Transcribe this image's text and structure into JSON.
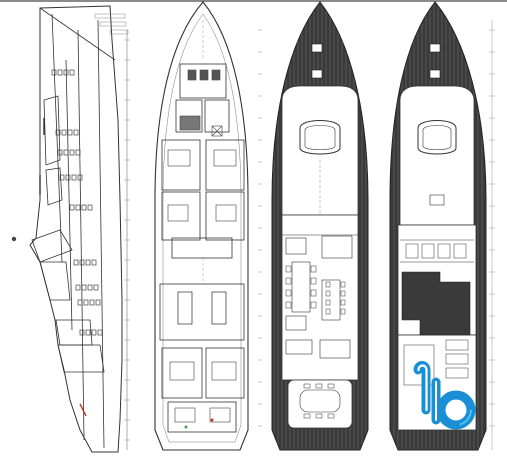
{
  "drawing": {
    "views": [
      {
        "id": "side",
        "kind": "profile"
      },
      {
        "id": "lower",
        "kind": "lower-deck-plan"
      },
      {
        "id": "main",
        "kind": "main-deck-plan"
      },
      {
        "id": "upper",
        "kind": "upper-deck-plan"
      }
    ]
  },
  "logo": {
    "lettering": "lb",
    "colors": {
      "primary": "#1a8fd6",
      "accent": "#4cc3ef"
    }
  },
  "colors": {
    "line": "#333333",
    "teak": "#3a3a3a",
    "teak_line": "#6b6b6b",
    "frame_red": "#c0392b"
  }
}
